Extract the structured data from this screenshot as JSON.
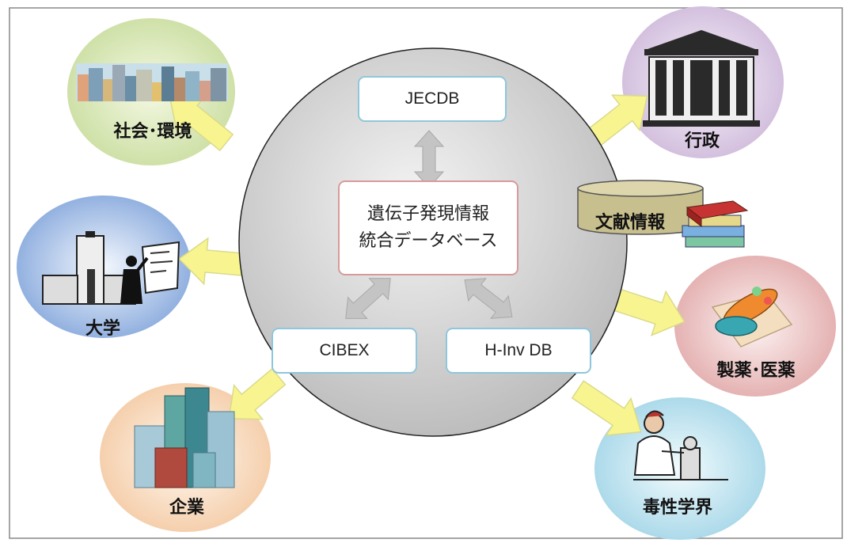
{
  "center": {
    "title_line1": "遺伝子発現情報",
    "title_line2": "統合データベース"
  },
  "databases": {
    "top": "JECDB",
    "bottom_left": "CIBEX",
    "bottom_right": "H-Inv DB"
  },
  "literature": "文献情報",
  "stakeholders": {
    "society": "社会･環境",
    "government": "行政",
    "university": "大学",
    "pharma": "製薬･医薬",
    "enterprise": "企業",
    "toxicology": "毒性学界"
  },
  "colors": {
    "arrow_fill": "#f8f590",
    "arrow_stroke": "#dada8a",
    "db_arrow": "#c4c4c4",
    "center_circle": "#d8d8d8",
    "db_box_border": "#8fc6dc",
    "center_box_border": "#d79a9a",
    "literature_cylinder": "#c8bf8e"
  }
}
